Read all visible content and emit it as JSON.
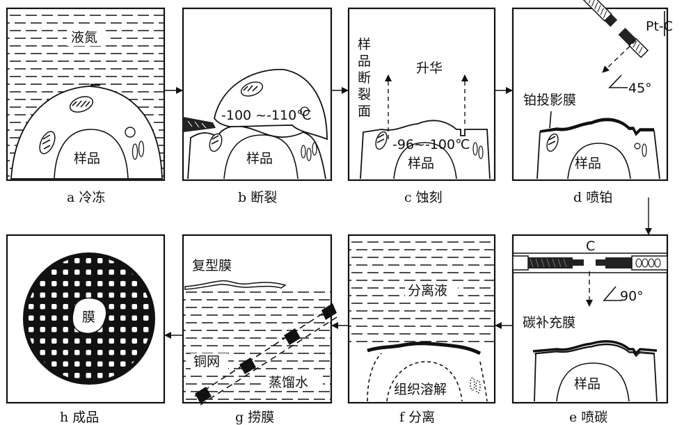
{
  "panels": {
    "a": {
      "caption": "a 冷冻",
      "liquid": "液氮",
      "sample": "样品"
    },
    "b": {
      "caption": "b 断裂",
      "temp": "-100 ~-110℃",
      "sample": "样品"
    },
    "c": {
      "caption": "c 蚀刻",
      "fracture_face": [
        "样",
        "品",
        "断",
        "裂",
        "面"
      ],
      "sublimation": "升华",
      "temp": "-96~-100℃",
      "sample": "样品"
    },
    "d": {
      "caption": "d 喷铂",
      "source": "Pt-C",
      "angle": "45°",
      "film": "铂投影膜",
      "sample": "样品"
    },
    "e": {
      "caption": "e 喷碳",
      "source": "C",
      "angle": "90°",
      "film": "碳补充膜",
      "sample": "样品"
    },
    "f": {
      "caption": "f 分离",
      "liquid": "分离液",
      "dissolve": "组织溶解"
    },
    "g": {
      "caption": "g 捞膜",
      "replica": "复型膜",
      "grid": "铜网",
      "water": "蒸馏水"
    },
    "h": {
      "caption": "h 成品",
      "film": "膜"
    }
  }
}
